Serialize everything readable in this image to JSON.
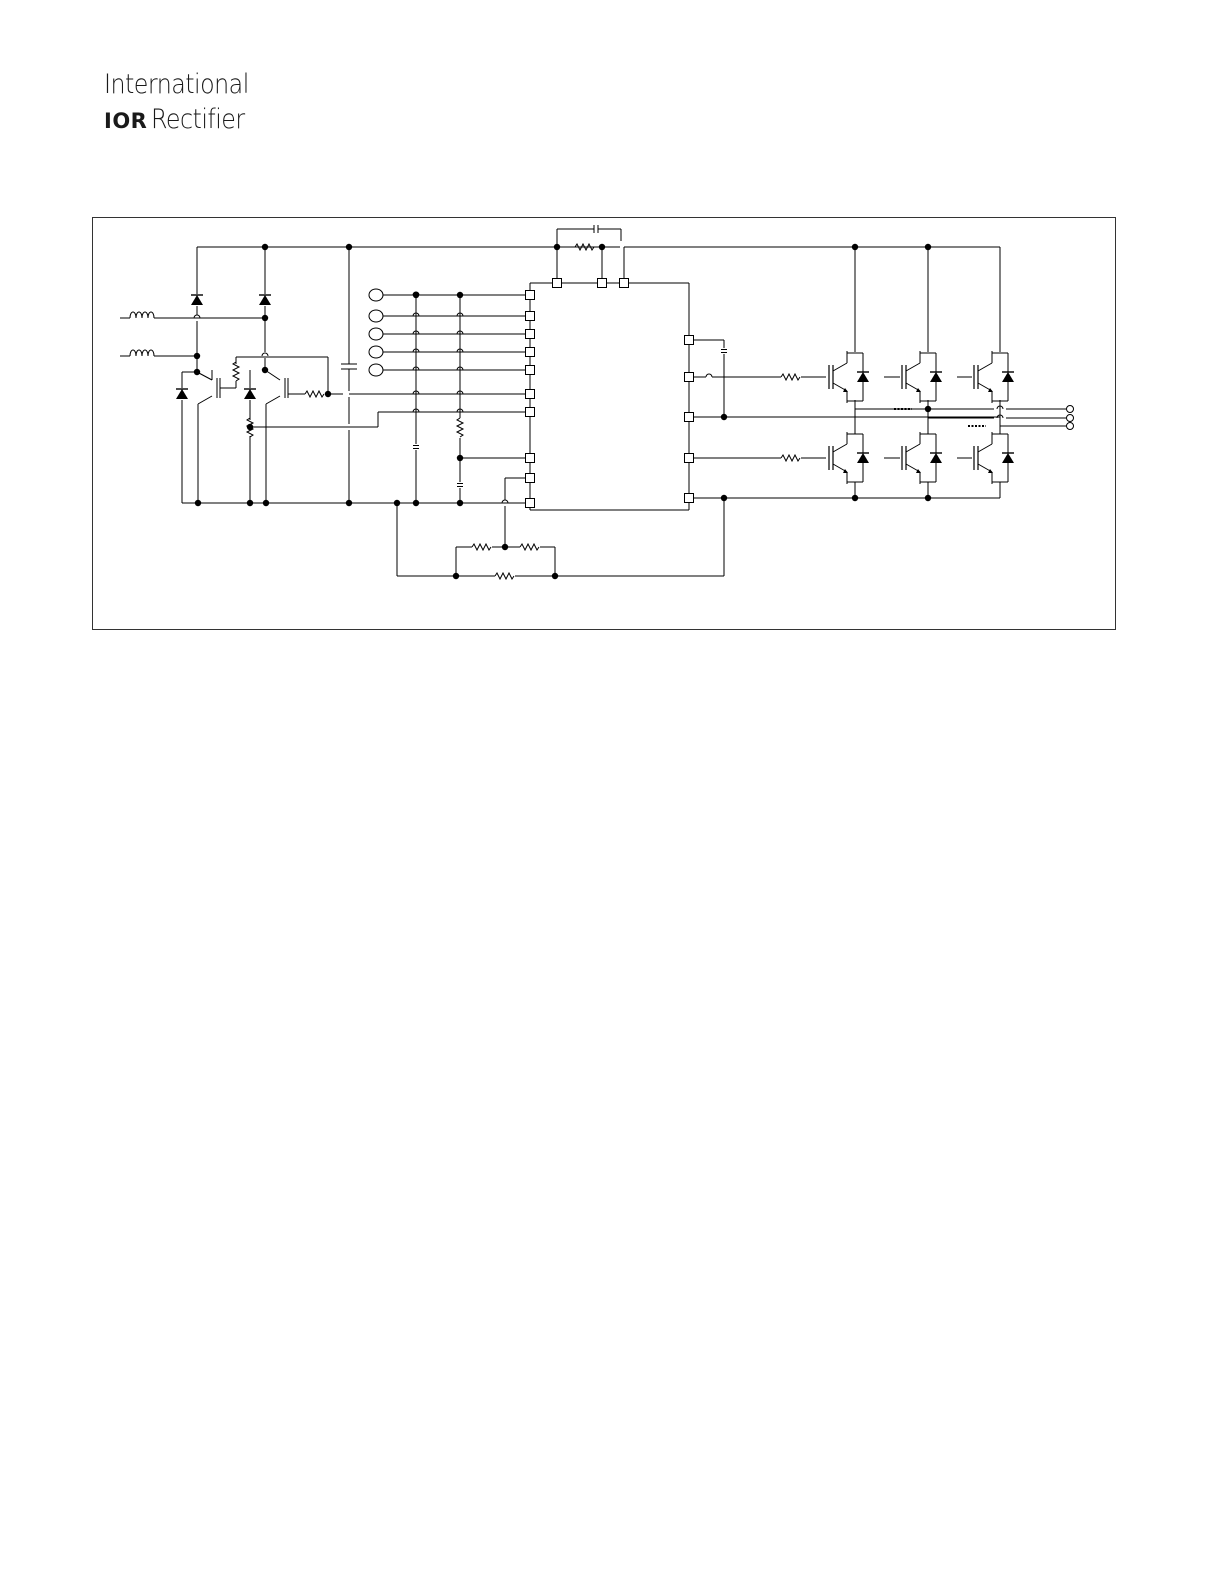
{
  "header": {
    "logo_line1": "International",
    "logo_mark": "IOR",
    "logo_line2": "Rectifier"
  },
  "diagram": {
    "stroke_color": "#000000",
    "frame_color": "#333333"
  }
}
